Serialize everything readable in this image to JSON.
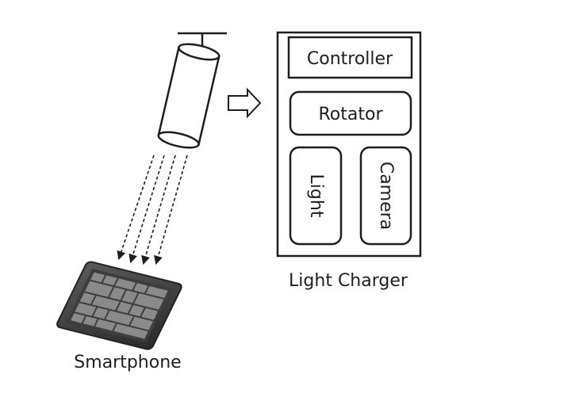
{
  "diagram": {
    "charger": {
      "caption": "Light Charger",
      "modules": {
        "controller": "Controller",
        "rotator": "Rotator",
        "light": "Light",
        "camera": "Camera"
      }
    },
    "device": {
      "caption": "Smartphone"
    }
  }
}
